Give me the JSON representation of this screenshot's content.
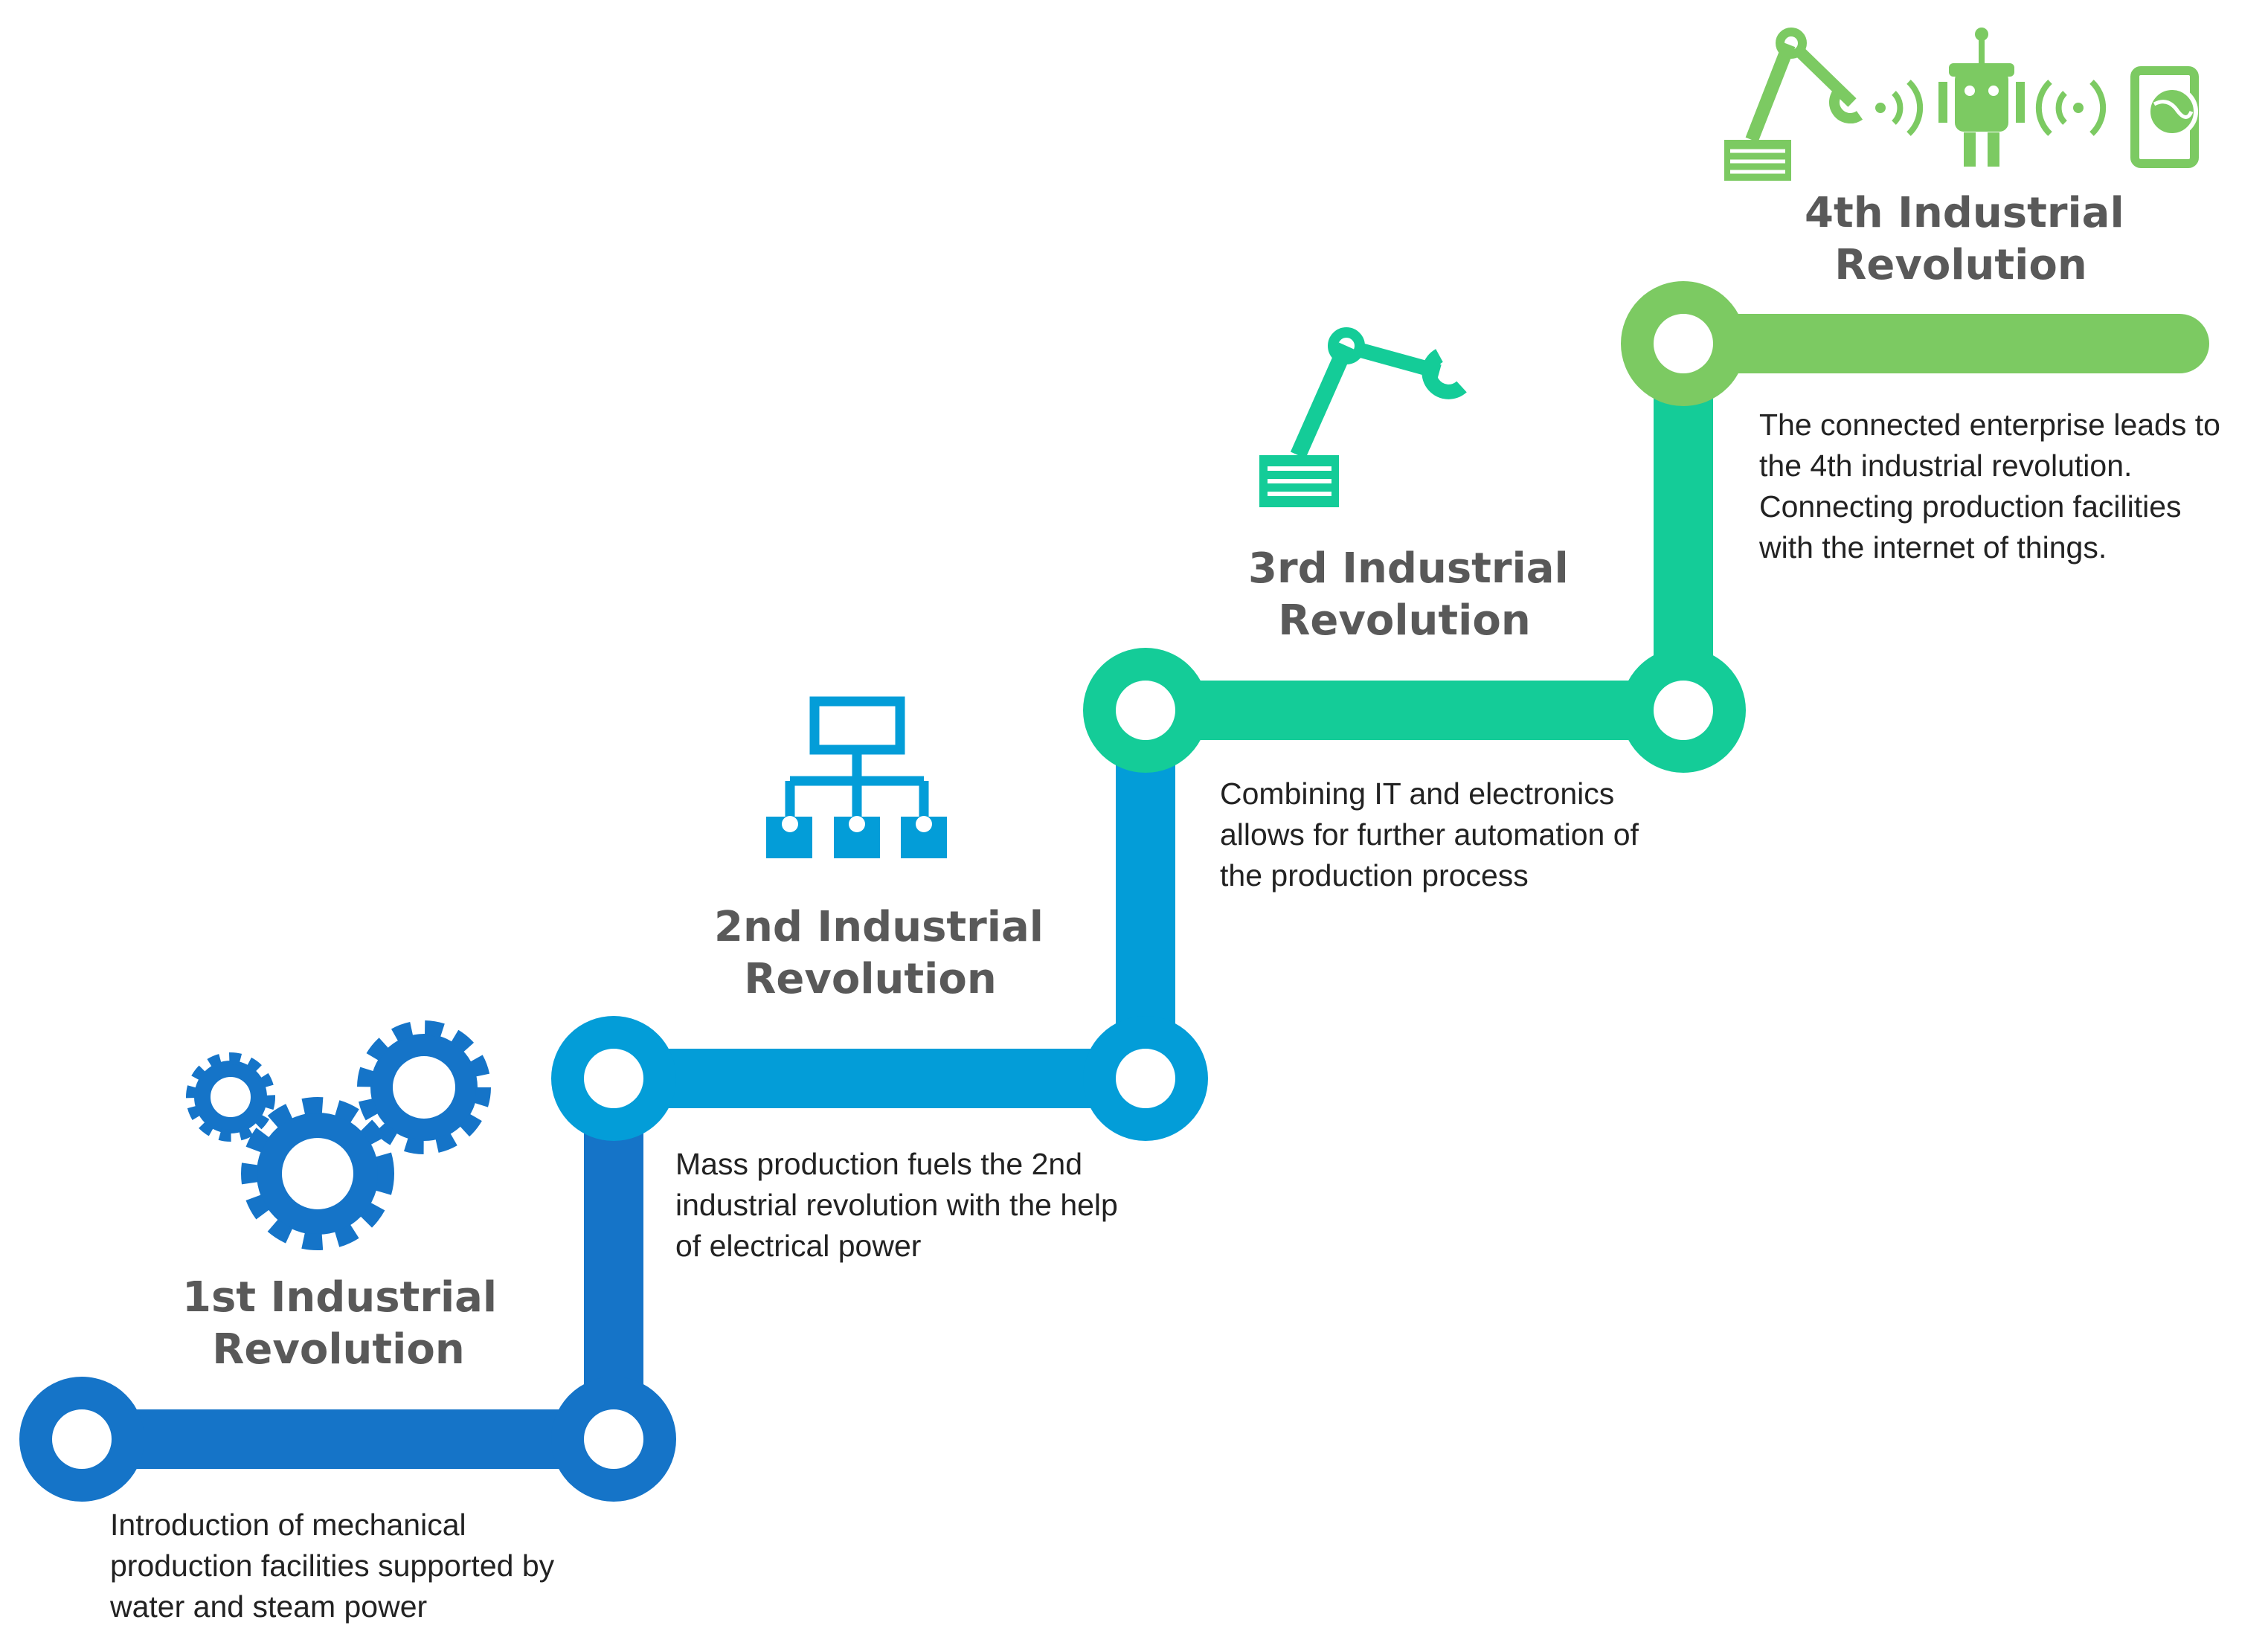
{
  "colors": {
    "stage1": "#1574C8",
    "stage2": "#039DD8",
    "stage3": "#14CC98",
    "stage4": "#7CCA62",
    "title_text": "#595959",
    "body_text": "#222222"
  },
  "stages": [
    {
      "id": "1st",
      "icon": "gears-icon",
      "title_line1": "1st Industrial",
      "title_line2": "Revolution",
      "desc_line1": "Introduction of mechanical",
      "desc_line2": "production facilities supported by",
      "desc_line3": "water and steam power"
    },
    {
      "id": "2nd",
      "icon": "hierarchy-icon",
      "title_line1": "2nd Industrial",
      "title_line2": "Revolution",
      "desc_line1": "Mass production fuels the 2nd",
      "desc_line2": "industrial revolution with the help",
      "desc_line3": "of electrical power"
    },
    {
      "id": "3rd",
      "icon": "robot-arm-icon",
      "title_line1": "3rd Industrial",
      "title_line2": "Revolution",
      "desc_line1": "Combining  IT and electronics",
      "desc_line2": "allows for further automation of",
      "desc_line3": "the production process"
    },
    {
      "id": "4th",
      "icon": "connected-factory-icon",
      "title_line1": "4th Industrial",
      "title_line2": "Revolution",
      "desc_line1": "The connected enterprise leads to",
      "desc_line2": "the 4th industrial revolution.",
      "desc_line3": "Connecting production facilities",
      "desc_line4": "with the internet of things."
    }
  ]
}
